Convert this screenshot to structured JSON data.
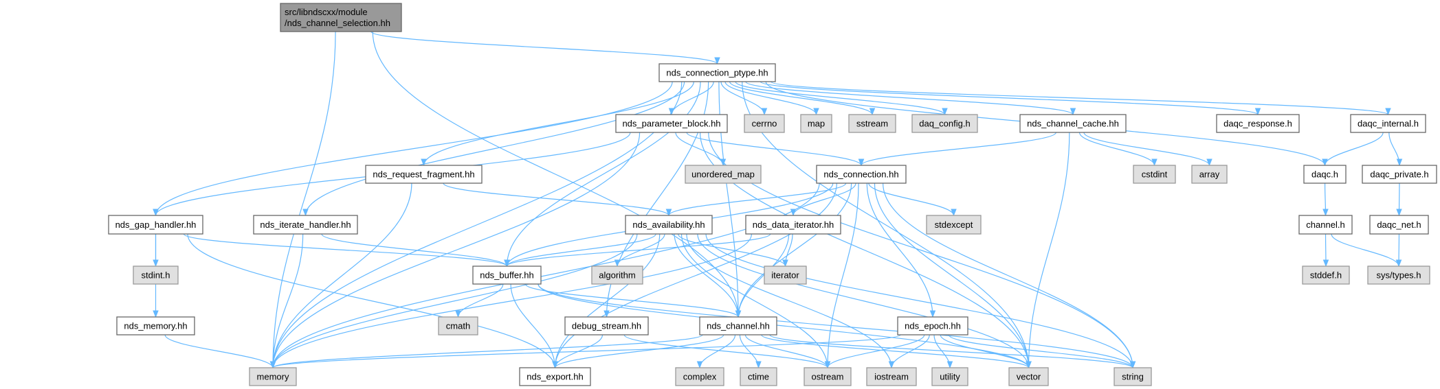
{
  "graph": {
    "colors": {
      "edge": "#63b8ff",
      "root_fill": "#999999",
      "local_fill": "#ffffff",
      "system_fill": "#e0e0e0",
      "border": "#666666",
      "system_border": "#999999"
    },
    "nodes": [
      {
        "id": "root",
        "label": "src/libndscxx/module",
        "label2": "/nds_channel_selection.hh",
        "kind": "root"
      },
      {
        "id": "ptype",
        "label": "nds_connection_ptype.hh",
        "kind": "local"
      },
      {
        "id": "param",
        "label": "nds_parameter_block.hh",
        "kind": "local"
      },
      {
        "id": "cerrno",
        "label": "cerrno",
        "kind": "system"
      },
      {
        "id": "map",
        "label": "map",
        "kind": "system"
      },
      {
        "id": "sstream",
        "label": "sstream",
        "kind": "system"
      },
      {
        "id": "daqconfig",
        "label": "daq_config.h",
        "kind": "system"
      },
      {
        "id": "chcache",
        "label": "nds_channel_cache.hh",
        "kind": "local"
      },
      {
        "id": "daqcresp",
        "label": "daqc_response.h",
        "kind": "local"
      },
      {
        "id": "daqcint",
        "label": "daqc_internal.h",
        "kind": "local"
      },
      {
        "id": "reqfrag",
        "label": "nds_request_fragment.hh",
        "kind": "local"
      },
      {
        "id": "umap",
        "label": "unordered_map",
        "kind": "system"
      },
      {
        "id": "conn",
        "label": "nds_connection.hh",
        "kind": "local"
      },
      {
        "id": "cstdint",
        "label": "cstdint",
        "kind": "system"
      },
      {
        "id": "array",
        "label": "array",
        "kind": "system"
      },
      {
        "id": "daqch",
        "label": "daqc.h",
        "kind": "local"
      },
      {
        "id": "daqcpriv",
        "label": "daqc_private.h",
        "kind": "local"
      },
      {
        "id": "gap",
        "label": "nds_gap_handler.hh",
        "kind": "local"
      },
      {
        "id": "iter",
        "label": "nds_iterate_handler.hh",
        "kind": "local"
      },
      {
        "id": "avail",
        "label": "nds_availability.hh",
        "kind": "local"
      },
      {
        "id": "dataiter",
        "label": "nds_data_iterator.hh",
        "kind": "local"
      },
      {
        "id": "stdexcept",
        "label": "stdexcept",
        "kind": "system"
      },
      {
        "id": "channelh",
        "label": "channel.h",
        "kind": "local"
      },
      {
        "id": "daqcnet",
        "label": "daqc_net.h",
        "kind": "local"
      },
      {
        "id": "stdint",
        "label": "stdint.h",
        "kind": "system"
      },
      {
        "id": "buffer",
        "label": "nds_buffer.hh",
        "kind": "local"
      },
      {
        "id": "algorithm",
        "label": "algorithm",
        "kind": "system"
      },
      {
        "id": "iterator",
        "label": "iterator",
        "kind": "system"
      },
      {
        "id": "stddef",
        "label": "stddef.h",
        "kind": "system"
      },
      {
        "id": "systypes",
        "label": "sys/types.h",
        "kind": "system"
      },
      {
        "id": "memoryhh",
        "label": "nds_memory.hh",
        "kind": "local"
      },
      {
        "id": "cmath",
        "label": "cmath",
        "kind": "system"
      },
      {
        "id": "debug",
        "label": "debug_stream.hh",
        "kind": "local"
      },
      {
        "id": "channel",
        "label": "nds_channel.hh",
        "kind": "local"
      },
      {
        "id": "epoch",
        "label": "nds_epoch.hh",
        "kind": "local"
      },
      {
        "id": "memory",
        "label": "memory",
        "kind": "system"
      },
      {
        "id": "export",
        "label": "nds_export.hh",
        "kind": "local"
      },
      {
        "id": "complex",
        "label": "complex",
        "kind": "system"
      },
      {
        "id": "ctime",
        "label": "ctime",
        "kind": "system"
      },
      {
        "id": "ostream",
        "label": "ostream",
        "kind": "system"
      },
      {
        "id": "iostream",
        "label": "iostream",
        "kind": "system"
      },
      {
        "id": "utility",
        "label": "utility",
        "kind": "system"
      },
      {
        "id": "vector",
        "label": "vector",
        "kind": "system"
      },
      {
        "id": "string",
        "label": "string",
        "kind": "system"
      }
    ],
    "edges": [
      [
        "root",
        "ptype"
      ],
      [
        "root",
        "memory"
      ],
      [
        "root",
        "channel"
      ],
      [
        "ptype",
        "param"
      ],
      [
        "ptype",
        "cerrno"
      ],
      [
        "ptype",
        "map"
      ],
      [
        "ptype",
        "sstream"
      ],
      [
        "ptype",
        "daqconfig"
      ],
      [
        "ptype",
        "chcache"
      ],
      [
        "ptype",
        "daqcresp"
      ],
      [
        "ptype",
        "daqcint"
      ],
      [
        "ptype",
        "daqch"
      ],
      [
        "ptype",
        "vector"
      ],
      [
        "ptype",
        "reqfrag"
      ],
      [
        "ptype",
        "gap"
      ],
      [
        "ptype",
        "iter"
      ],
      [
        "ptype",
        "memory"
      ],
      [
        "ptype",
        "buffer"
      ],
      [
        "ptype",
        "debug"
      ],
      [
        "ptype",
        "channel"
      ],
      [
        "param",
        "umap"
      ],
      [
        "param",
        "conn"
      ],
      [
        "param",
        "memory"
      ],
      [
        "param",
        "gap"
      ],
      [
        "param",
        "vector"
      ],
      [
        "param",
        "string"
      ],
      [
        "reqfrag",
        "memory"
      ],
      [
        "reqfrag",
        "avail"
      ],
      [
        "chcache",
        "conn"
      ],
      [
        "chcache",
        "cstdint"
      ],
      [
        "chcache",
        "array"
      ],
      [
        "chcache",
        "vector"
      ],
      [
        "daqcint",
        "daqch"
      ],
      [
        "daqcint",
        "daqcpriv"
      ],
      [
        "daqch",
        "channelh"
      ],
      [
        "daqcpriv",
        "daqcnet"
      ],
      [
        "channelh",
        "stddef"
      ],
      [
        "channelh",
        "systypes"
      ],
      [
        "daqcnet",
        "systypes"
      ],
      [
        "conn",
        "memory"
      ],
      [
        "conn",
        "buffer"
      ],
      [
        "conn",
        "avail"
      ],
      [
        "conn",
        "dataiter"
      ],
      [
        "conn",
        "stdexcept"
      ],
      [
        "conn",
        "channel"
      ],
      [
        "conn",
        "epoch"
      ],
      [
        "conn",
        "ostream"
      ],
      [
        "conn",
        "vector"
      ],
      [
        "conn",
        "string"
      ],
      [
        "conn",
        "export"
      ],
      [
        "gap",
        "stdint"
      ],
      [
        "gap",
        "memoryhh"
      ],
      [
        "gap",
        "buffer"
      ],
      [
        "gap",
        "export"
      ],
      [
        "iter",
        "memory"
      ],
      [
        "iter",
        "buffer"
      ],
      [
        "avail",
        "memory"
      ],
      [
        "avail",
        "buffer"
      ],
      [
        "avail",
        "algorithm"
      ],
      [
        "avail",
        "iterator"
      ],
      [
        "avail",
        "channel"
      ],
      [
        "avail",
        "ostream"
      ],
      [
        "avail",
        "vector"
      ],
      [
        "avail",
        "string"
      ],
      [
        "avail",
        "export"
      ],
      [
        "avail",
        "iostream"
      ],
      [
        "dataiter",
        "iterator"
      ],
      [
        "dataiter",
        "buffer"
      ],
      [
        "dataiter",
        "channel"
      ],
      [
        "dataiter",
        "memory"
      ],
      [
        "buffer",
        "cmath"
      ],
      [
        "buffer",
        "channel"
      ],
      [
        "buffer",
        "export"
      ],
      [
        "buffer",
        "vector"
      ],
      [
        "buffer",
        "string"
      ],
      [
        "memoryhh",
        "memory"
      ],
      [
        "debug",
        "export"
      ],
      [
        "debug",
        "ostream"
      ],
      [
        "channel",
        "memory"
      ],
      [
        "channel",
        "export"
      ],
      [
        "channel",
        "complex"
      ],
      [
        "channel",
        "ctime"
      ],
      [
        "channel",
        "ostream"
      ],
      [
        "channel",
        "vector"
      ],
      [
        "channel",
        "string"
      ],
      [
        "epoch",
        "memory"
      ],
      [
        "epoch",
        "ostream"
      ],
      [
        "epoch",
        "iostream"
      ],
      [
        "epoch",
        "utility"
      ],
      [
        "epoch",
        "vector"
      ],
      [
        "epoch",
        "string"
      ]
    ]
  }
}
